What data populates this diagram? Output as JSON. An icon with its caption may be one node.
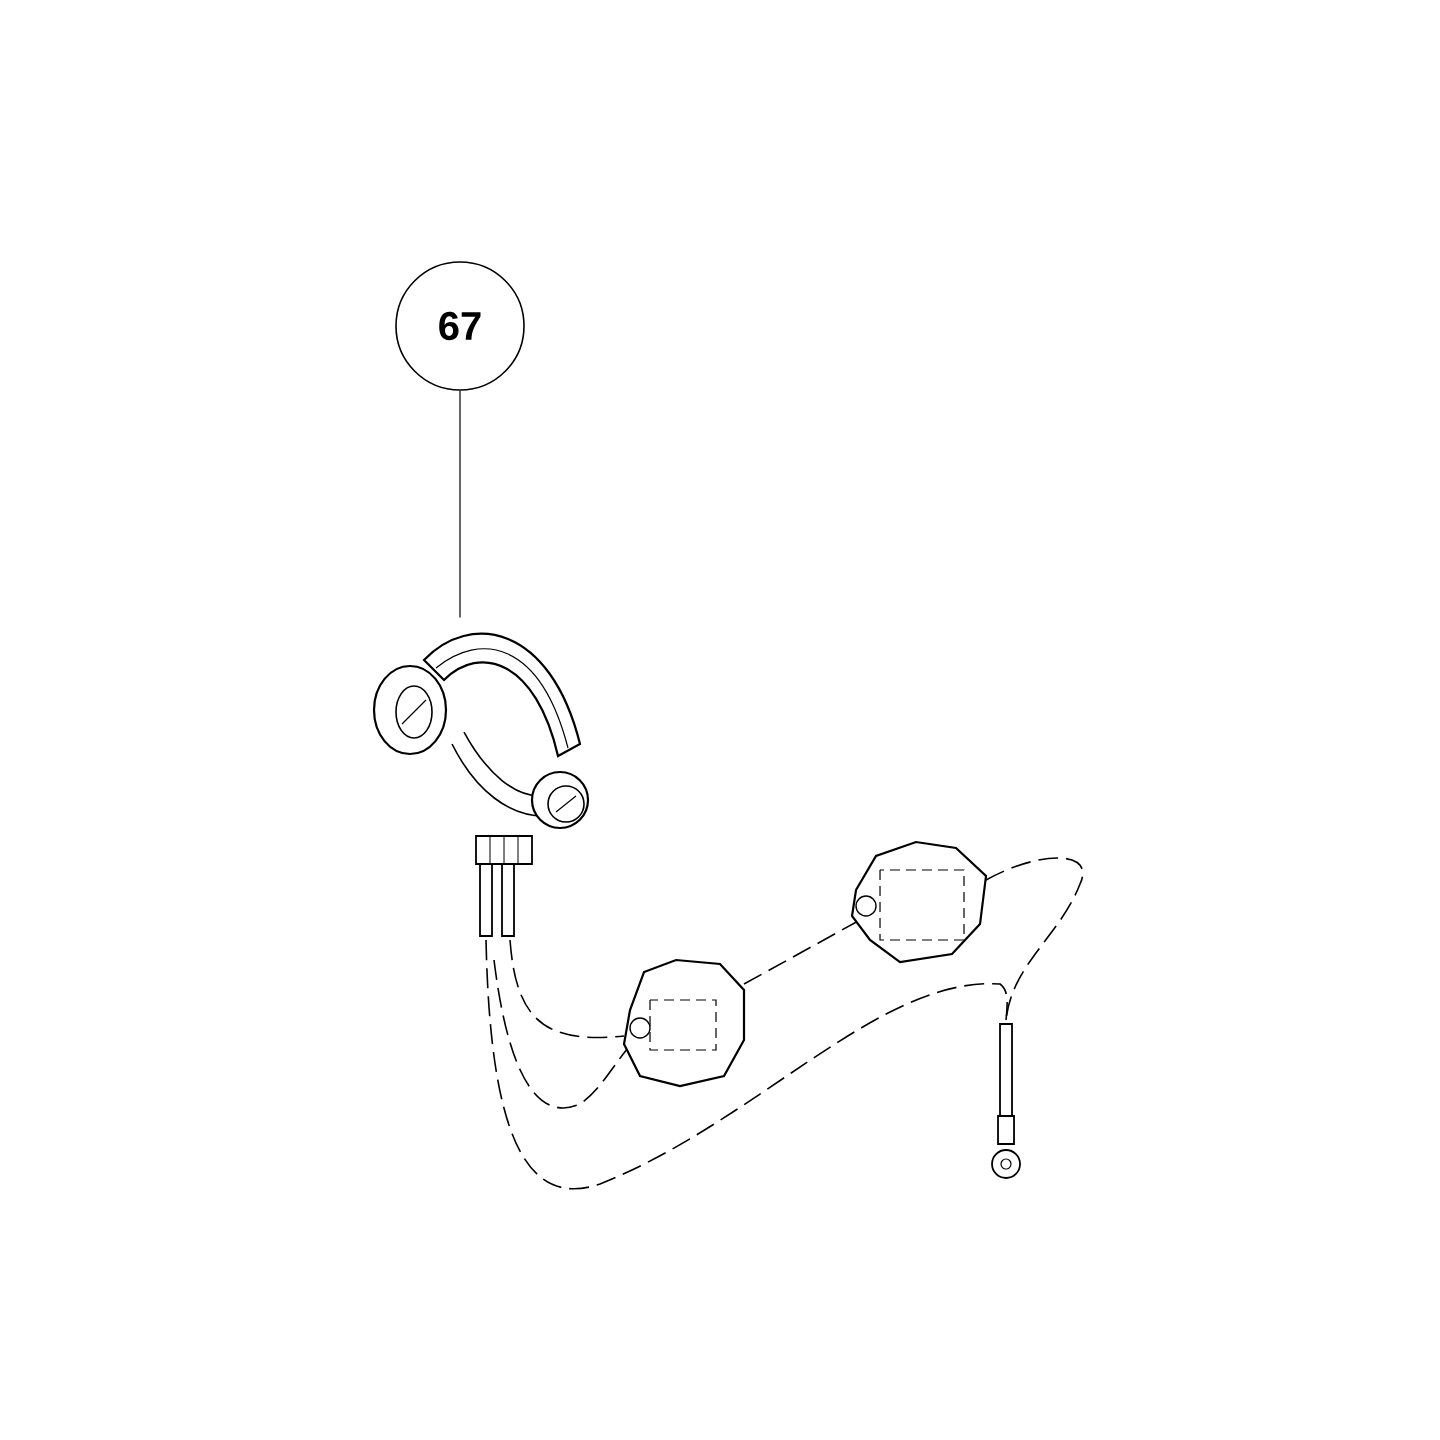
{
  "diagram": {
    "nodes": [
      {
        "text": [
          "67"
        ]
      },
      {
        "text": [],
        "shape": "picture"
      }
    ],
    "edges": [
      {
        "from": 0,
        "to": 1,
        "arrow": "none"
      }
    ]
  }
}
